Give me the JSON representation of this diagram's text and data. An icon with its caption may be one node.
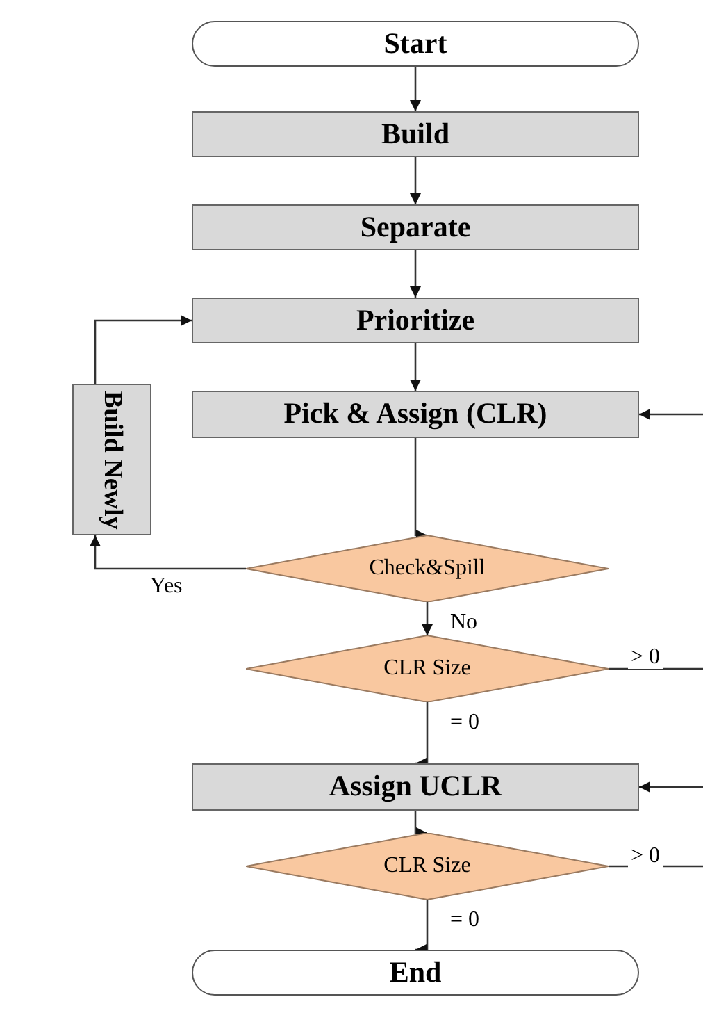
{
  "diagram": {
    "nodes": [
      {
        "text": [
          "Start"
        ]
      },
      {
        "text": [
          "Build"
        ]
      },
      {
        "text": [
          "Separate"
        ]
      },
      {
        "text": [
          "Prioritize"
        ]
      },
      {
        "text": [
          "Pick & Assign (CLR)"
        ]
      },
      {
        "text": [
          "Build Newly"
        ]
      },
      {
        "text": [
          "Check&Spill"
        ]
      },
      {
        "text": [
          "CLR Size"
        ]
      },
      {
        "text": [
          "Assign UCLR"
        ]
      },
      {
        "text": [
          "CLR Size"
        ]
      },
      {
        "text": [
          "End"
        ]
      }
    ],
    "edges": [
      {
        "from": 0,
        "to": 1,
        "arrow": "to"
      },
      {
        "from": 1,
        "to": 2,
        "arrow": "to"
      },
      {
        "from": 2,
        "to": 3,
        "arrow": "to"
      },
      {
        "from": 3,
        "to": 4,
        "arrow": "to"
      },
      {
        "from": 4,
        "to": 6,
        "arrow": "to"
      },
      {
        "from": 6,
        "to": 5,
        "arrow": "to",
        "label": "Yes"
      },
      {
        "from": 5,
        "to": 3,
        "arrow": "to"
      },
      {
        "from": 6,
        "to": 7,
        "arrow": "to",
        "label": "No"
      },
      {
        "from": 7,
        "to": 8,
        "arrow": "to",
        "label": "= 0"
      },
      {
        "from": 7,
        "to": null,
        "arrow": "none",
        "label": "> 0"
      },
      {
        "from": 8,
        "to": 9,
        "arrow": "to"
      },
      {
        "from": 9,
        "to": 10,
        "arrow": "to",
        "label": "= 0"
      },
      {
        "from": 9,
        "to": null,
        "arrow": "none",
        "label": "> 0"
      },
      {
        "from": null,
        "to": 4,
        "arrow": "to"
      },
      {
        "from": null,
        "to": 8,
        "arrow": "to"
      }
    ]
  }
}
